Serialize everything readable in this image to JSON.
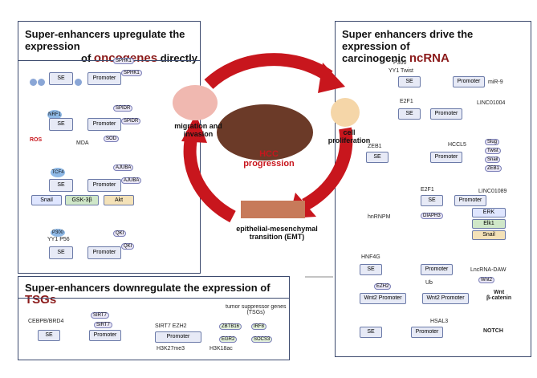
{
  "panels": {
    "left_top": {
      "title_a": "Super-enhancers upregulate the expression",
      "title_b": "of",
      "title_hl": "oncogenes",
      "title_c": "directly"
    },
    "right": {
      "title_a": "Super enhancers drive the expression of",
      "title_b": "carcinogenic",
      "title_hl": "ncRNA"
    },
    "bottom": {
      "title_a": "Super-enhancers downregulate the expression of",
      "title_hl": "TSGs"
    }
  },
  "center": {
    "hcc": "HCC",
    "progression": "progression",
    "migration": "migration and",
    "invasion": "invasion",
    "cell": "cell",
    "proliferation": "proliferation",
    "emt_a": "epithelial-mesenchymal",
    "emt_b": "transition (EMT)"
  },
  "labels": {
    "se": "SE",
    "promoter": "Promoter",
    "sphk1": "SPHK1",
    "nrf1": "NRF1",
    "spidr": "SPIDR",
    "ros": "ROS",
    "mda": "MDA",
    "sod": "SOD",
    "tcf4": "TCF4",
    "ajuba": "AJUBA",
    "snail": "Snail",
    "gsk": "GSK-3β",
    "akt": "Akt",
    "p300": "P300",
    "yy1": "YY1",
    "p56": "P56",
    "qki": "QKI",
    "yy1twist": "YY1 Twist",
    "mir9": "miR-9",
    "e2f1": "E2F1",
    "linc1004": "LINC01004",
    "zeb1": "ZEB1",
    "hccl5": "HCCL5",
    "slug": "Slug",
    "twist": "Twist",
    "snail2": "Snail",
    "zeb1b": "ZEB1",
    "linc1089": "LINC01089",
    "hnrnpm": "hnRNPM",
    "diaph3": "DIAPH3",
    "erk": "ERK",
    "elk1": "Elk1",
    "snail3": "Snail",
    "hnf4g": "HNF4G",
    "lncdaw": "LncRNA-DAW",
    "ub": "Ub",
    "ezh2": "EZH2",
    "wnt2": "Wnt2",
    "wnt2prom": "Wnt2 Promoter",
    "wnt": "Wnt",
    "bcat": "β-catenin",
    "hsal3": "HSAL3",
    "notch": "NOTCH",
    "cebpb": "CEBPB",
    "brd4": "BRD4",
    "sirt7": "SIRT7",
    "tsg_a": "tumor suppressor genes",
    "tsg_b": "(TSGs)",
    "zbtb16": "ZBTB16",
    "irf8": "IRF8",
    "egr2": "EGR2",
    "socs3": "SOCS3",
    "h3k27": "H3K27me3",
    "h3k18": "H3K18ac"
  },
  "colors": {
    "arrow": "#c8161d",
    "border": "#3c4a6e",
    "hl": "#8b1a1a"
  }
}
